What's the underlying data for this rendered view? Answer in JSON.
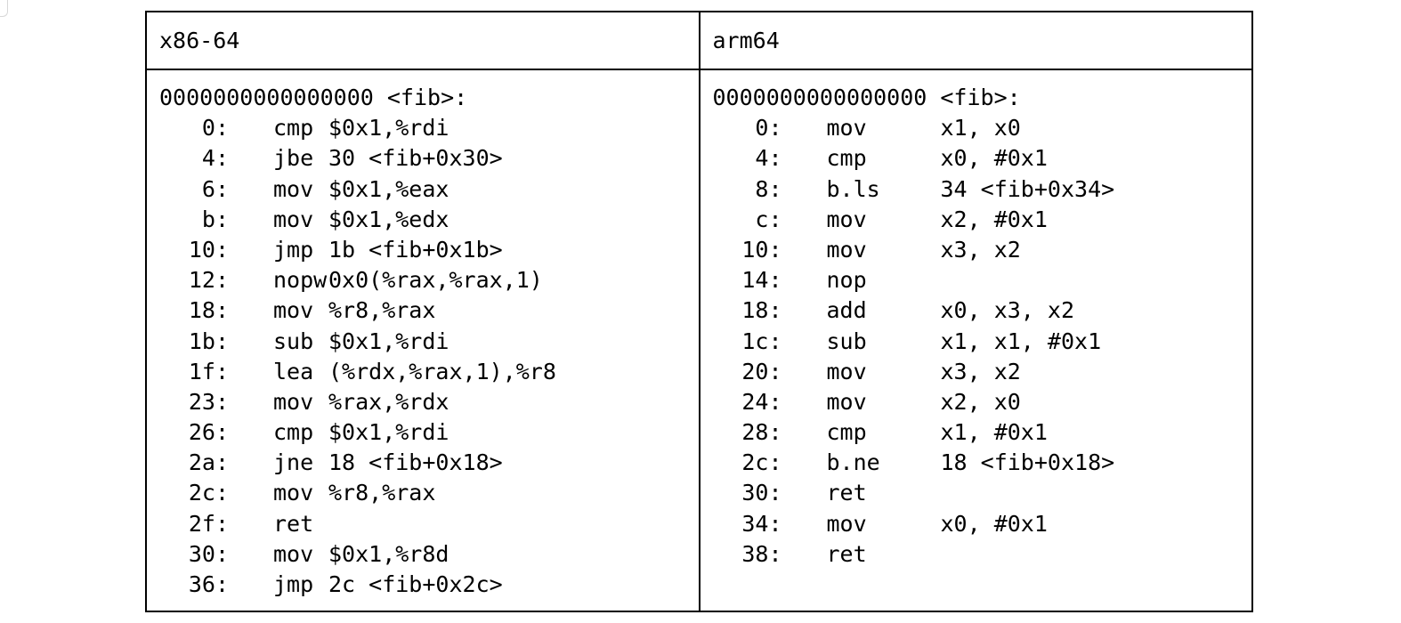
{
  "columns": [
    {
      "title": "x86-64",
      "function_header": "0000000000000000 <fib>:",
      "instructions": [
        {
          "addr": "0:",
          "mnemonic": "cmp",
          "operands": "$0x1,%rdi"
        },
        {
          "addr": "4:",
          "mnemonic": "jbe",
          "operands": "30 <fib+0x30>"
        },
        {
          "addr": "6:",
          "mnemonic": "mov",
          "operands": "$0x1,%eax"
        },
        {
          "addr": "b:",
          "mnemonic": "mov",
          "operands": "$0x1,%edx"
        },
        {
          "addr": "10:",
          "mnemonic": "jmp",
          "operands": "1b <fib+0x1b>"
        },
        {
          "addr": "12:",
          "mnemonic": "nopw",
          "operands": "0x0(%rax,%rax,1)"
        },
        {
          "addr": "18:",
          "mnemonic": "mov",
          "operands": "%r8,%rax"
        },
        {
          "addr": "1b:",
          "mnemonic": "sub",
          "operands": "$0x1,%rdi"
        },
        {
          "addr": "1f:",
          "mnemonic": "lea",
          "operands": "(%rdx,%rax,1),%r8"
        },
        {
          "addr": "23:",
          "mnemonic": "mov",
          "operands": "%rax,%rdx"
        },
        {
          "addr": "26:",
          "mnemonic": "cmp",
          "operands": "$0x1,%rdi"
        },
        {
          "addr": "2a:",
          "mnemonic": "jne",
          "operands": "18 <fib+0x18>"
        },
        {
          "addr": "2c:",
          "mnemonic": "mov",
          "operands": "%r8,%rax"
        },
        {
          "addr": "2f:",
          "mnemonic": "ret",
          "operands": ""
        },
        {
          "addr": "30:",
          "mnemonic": "mov",
          "operands": "$0x1,%r8d"
        },
        {
          "addr": "36:",
          "mnemonic": "jmp",
          "operands": "2c <fib+0x2c>"
        }
      ]
    },
    {
      "title": "arm64",
      "function_header": "0000000000000000 <fib>:",
      "instructions": [
        {
          "addr": "0:",
          "mnemonic": "mov",
          "operands": "x1, x0"
        },
        {
          "addr": "4:",
          "mnemonic": "cmp",
          "operands": "x0, #0x1"
        },
        {
          "addr": "8:",
          "mnemonic": "b.ls",
          "operands": "34 <fib+0x34>"
        },
        {
          "addr": "c:",
          "mnemonic": "mov",
          "operands": "x2, #0x1"
        },
        {
          "addr": "10:",
          "mnemonic": "mov",
          "operands": "x3, x2"
        },
        {
          "addr": "14:",
          "mnemonic": "nop",
          "operands": ""
        },
        {
          "addr": "18:",
          "mnemonic": "add",
          "operands": "x0, x3, x2"
        },
        {
          "addr": "1c:",
          "mnemonic": "sub",
          "operands": "x1, x1, #0x1"
        },
        {
          "addr": "20:",
          "mnemonic": "mov",
          "operands": "x3, x2"
        },
        {
          "addr": "24:",
          "mnemonic": "mov",
          "operands": "x2, x0"
        },
        {
          "addr": "28:",
          "mnemonic": "cmp",
          "operands": "x1, #0x1"
        },
        {
          "addr": "2c:",
          "mnemonic": "b.ne",
          "operands": "18 <fib+0x18>"
        },
        {
          "addr": "30:",
          "mnemonic": "ret",
          "operands": ""
        },
        {
          "addr": "34:",
          "mnemonic": "mov",
          "operands": "x0, #0x1"
        },
        {
          "addr": "38:",
          "mnemonic": "ret",
          "operands": ""
        }
      ]
    }
  ]
}
